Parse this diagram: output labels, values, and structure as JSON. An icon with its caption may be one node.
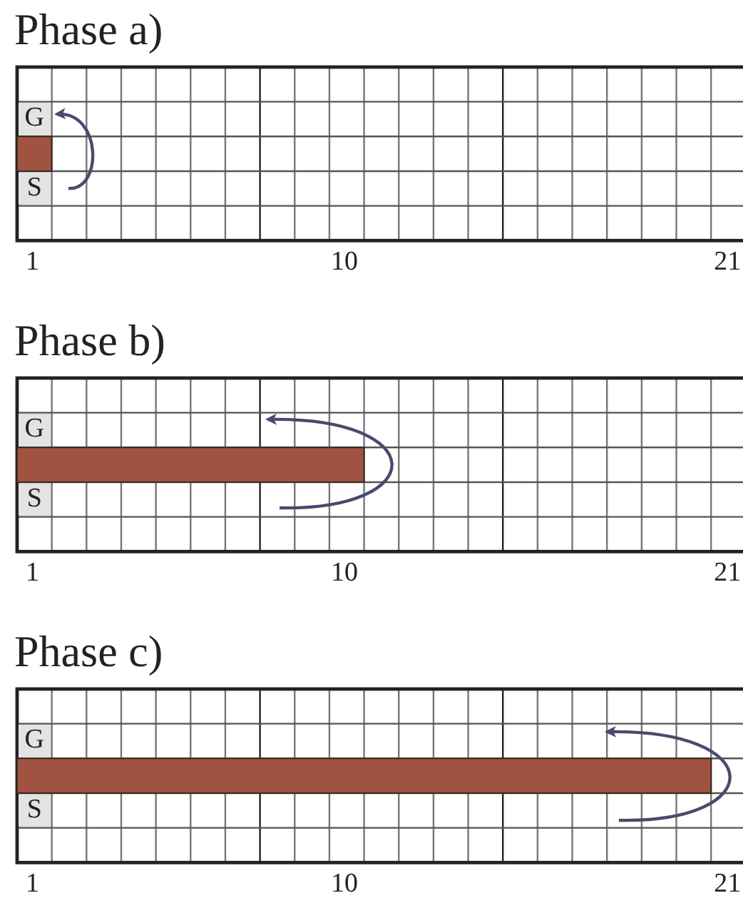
{
  "diagram": {
    "labels": [
      "Phase a)",
      "G",
      "S",
      "1",
      "10",
      "21",
      "Phase b)",
      "G",
      "S",
      "1",
      "10",
      "21",
      "Phase c)",
      "G",
      "S",
      "1",
      "10",
      "21"
    ]
  }
}
